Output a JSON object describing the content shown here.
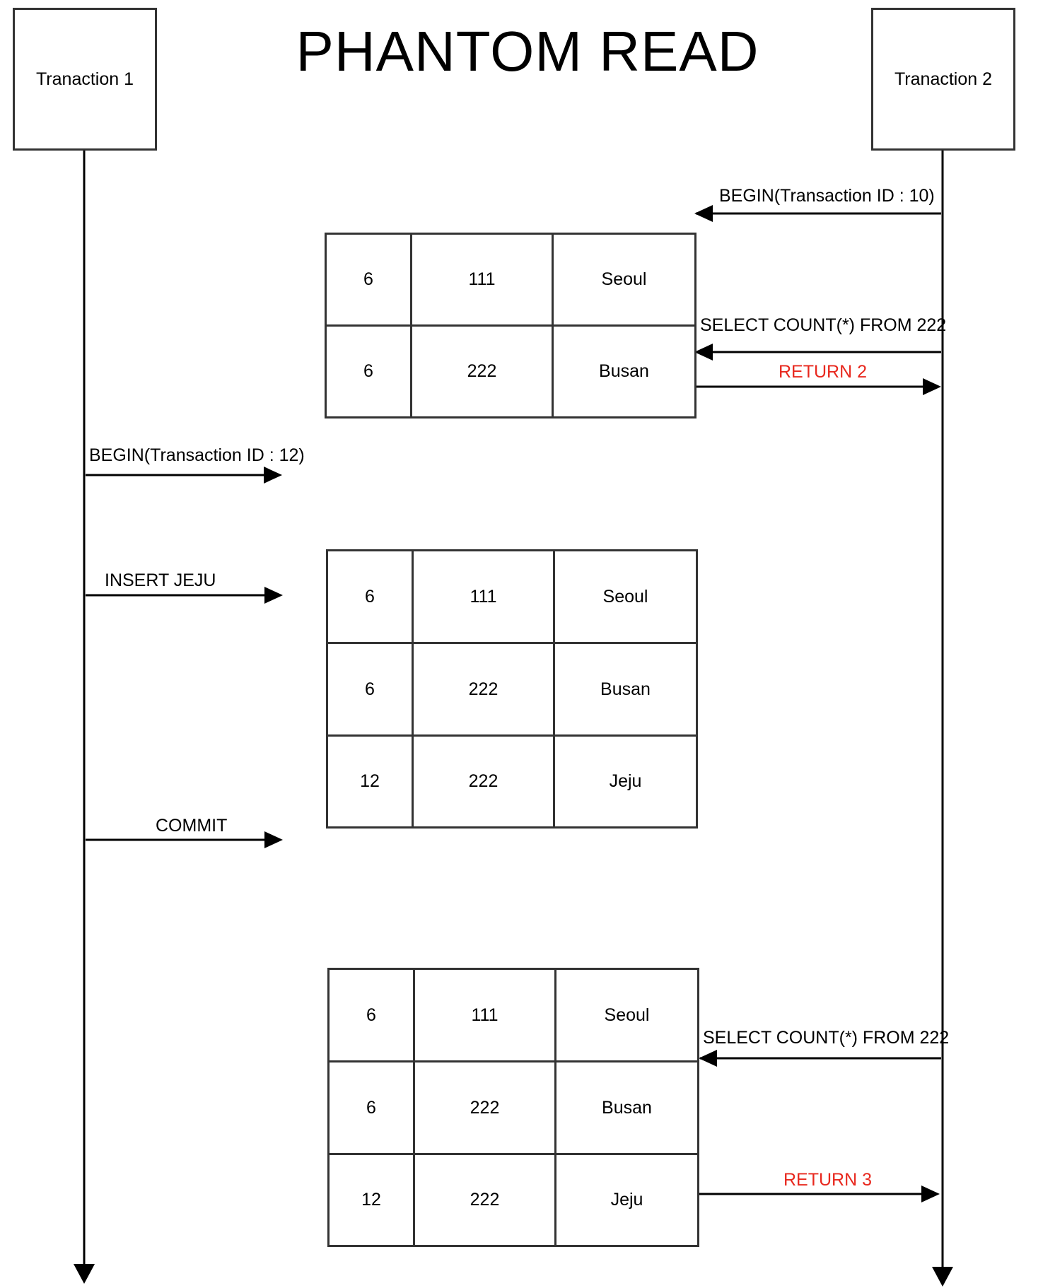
{
  "title": "PHANTOM READ",
  "lanes": {
    "t1": "Tranaction 1",
    "t2": "Tranaction 2"
  },
  "messages": {
    "t2_begin": "BEGIN(Transaction ID : 10)",
    "t2_select_1": "SELECT COUNT(*) FROM 222",
    "t2_return_1": "RETURN 2",
    "t1_begin": "BEGIN(Transaction ID : 12)",
    "t1_insert": "INSERT JEJU",
    "t1_commit": "COMMIT",
    "t2_select_2": "SELECT COUNT(*) FROM 222",
    "t2_return_2": "RETURN 3"
  },
  "tables": [
    {
      "rows": [
        [
          "6",
          "111",
          "Seoul"
        ],
        [
          "6",
          "222",
          "Busan"
        ]
      ]
    },
    {
      "rows": [
        [
          "6",
          "111",
          "Seoul"
        ],
        [
          "6",
          "222",
          "Busan"
        ],
        [
          "12",
          "222",
          "Jeju"
        ]
      ]
    },
    {
      "rows": [
        [
          "6",
          "111",
          "Seoul"
        ],
        [
          "6",
          "222",
          "Busan"
        ],
        [
          "12",
          "222",
          "Jeju"
        ]
      ]
    }
  ],
  "colors": {
    "line": "#000000",
    "box_border": "#333333",
    "return_text": "#e8281e"
  }
}
